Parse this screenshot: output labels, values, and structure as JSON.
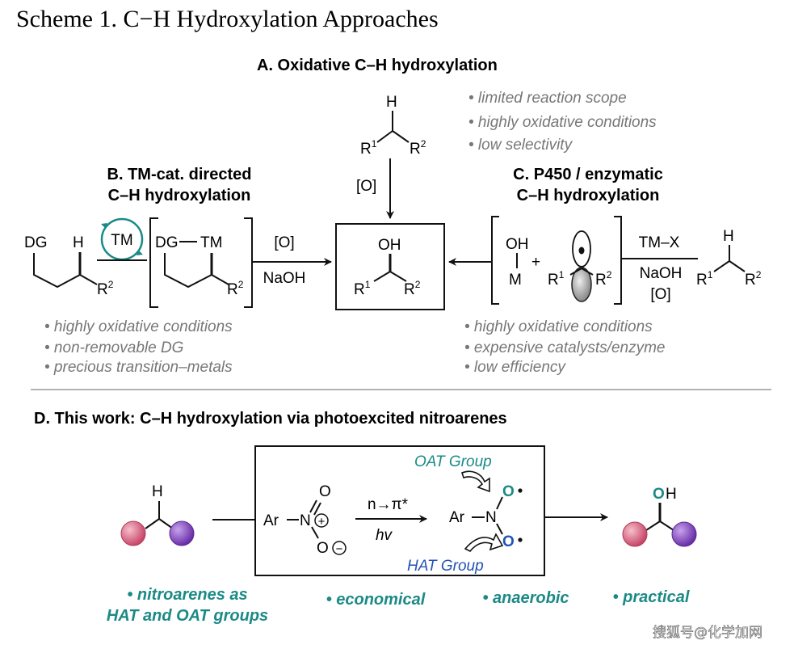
{
  "title": "Scheme 1. C−H Hydroxylation Approaches",
  "section_a": {
    "heading": "A. Oxidative C–H hydroxylation",
    "substrate": {
      "h": "H",
      "r1": "R",
      "r1_sup": "1",
      "r2": "R",
      "r2_sup": "2"
    },
    "reagent": "[O]",
    "notes": [
      "• limited reaction scope",
      "• highly oxidative conditions",
      "• low selectivity"
    ]
  },
  "section_b": {
    "heading_line1": "B. TM-cat. directed",
    "heading_line2": "C–H hydroxylation",
    "dg": "DG",
    "h": "H",
    "r2": "R",
    "r2_sup": "2",
    "tm": "TM",
    "complex_dg": "DG",
    "complex_tm": "TM",
    "reagent_top": "[O]",
    "reagent_bottom": "NaOH",
    "notes": [
      "• highly oxidative conditions",
      "• non-removable DG",
      "• precious transition–metals"
    ]
  },
  "product": {
    "oh": "OH",
    "r1": "R",
    "r1_sup": "1",
    "r2": "R",
    "r2_sup": "2"
  },
  "section_c": {
    "heading_line1": "C. P450 / enzymatic",
    "heading_line2": "C–H hydroxylation",
    "oh": "OH",
    "m": "M",
    "plus": "+",
    "r1": "R",
    "r1_sup": "1",
    "r2": "R",
    "r2_sup": "2",
    "reagent_top": "TM–X",
    "reagent_mid": "NaOH",
    "reagent_bottom": "[O]",
    "substrate": {
      "h": "H",
      "r1": "R",
      "r1_sup": "1",
      "r2": "R",
      "r2_sup": "2"
    },
    "notes": [
      "• highly oxidative conditions",
      "• expensive catalysts/enzyme",
      "• low efficiency"
    ]
  },
  "section_d": {
    "heading": "D. This work: C–H hydroxylation via photoexcited nitroarenes",
    "substrate_h": "H",
    "ar": "Ar",
    "n": "N",
    "o": "O",
    "plus_charge": "+",
    "minus_charge": "−",
    "arrow_top": "n→π*",
    "arrow_bottom": "hv",
    "ar2": "Ar",
    "n2": "N",
    "o_radical_top": "O",
    "o_radical_bottom": "O",
    "oat_group": "OAT Group",
    "hat_group": "HAT Group",
    "product_o": "O",
    "product_h": "H",
    "bullets": [
      "• nitroarenes as",
      "HAT and OAT groups",
      "• economical",
      "• anaerobic",
      "• practical"
    ]
  },
  "watermark": "搜狐号@化学加网",
  "colors": {
    "teal": "#1b8a86",
    "blue": "#2452b5",
    "gray_text": "#777777",
    "pink_sphere": "#d0506d",
    "purple_sphere": "#7b3fb8"
  }
}
